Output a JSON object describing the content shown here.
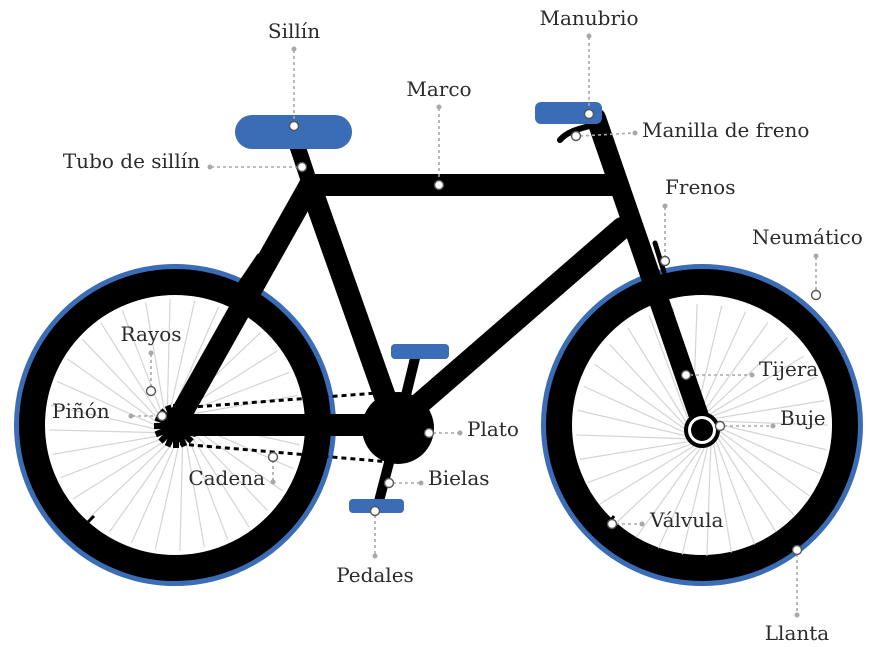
{
  "diagram": {
    "labels": {
      "sillin": "Sillín",
      "manubrio": "Manubrio",
      "marco": "Marco",
      "manilla_freno": "Manilla de freno",
      "tubo_sillin": "Tubo de sillín",
      "frenos": "Frenos",
      "neumatico": "Neumático",
      "rayos": "Rayos",
      "pinon": "Piñón",
      "cadena": "Cadena",
      "plato": "Plato",
      "bielas": "Bielas",
      "pedales": "Pedales",
      "tijera": "Tijera",
      "buje": "Buje",
      "valvula": "Válvula",
      "llanta": "Llanta"
    },
    "colors": {
      "frame": "#000000",
      "accent_blue": "#3a6db5",
      "leader": "#a8a8a8",
      "text": "#2b2b2b"
    }
  }
}
